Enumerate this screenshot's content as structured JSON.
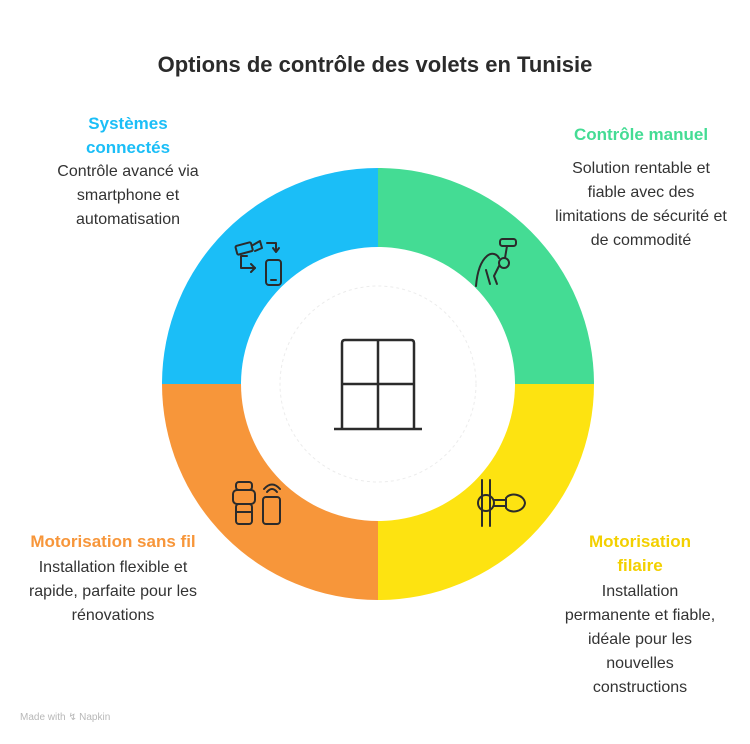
{
  "title": "Options de contrôle des volets en Tunisie",
  "sections": [
    {
      "key": "connected",
      "heading": "Systèmes connectés",
      "description": "Contrôle avancé via smartphone et automatisation",
      "color": "#1bbef7",
      "icon": "smartphone-remote-icon"
    },
    {
      "key": "manual",
      "heading": "Contrôle manuel",
      "description": "Solution rentable et fiable avec des limitations de sécurité et de commodité",
      "color": "#44dc94",
      "icon": "manual-crank-icon"
    },
    {
      "key": "wired",
      "heading": "Motorisation filaire",
      "description": "Installation permanente et fiable, idéale pour les nouvelles constructions",
      "color": "#fde311",
      "icon": "wired-switch-icon"
    },
    {
      "key": "wireless",
      "heading": "Motorisation sans fil",
      "description": "Installation flexible et rapide, parfaite pour les rénovations",
      "color": "#f7963a",
      "icon": "wireless-motor-icon"
    }
  ],
  "center_icon": "window-icon",
  "footer": {
    "made_with": "Made with",
    "brand": "Napkin"
  }
}
